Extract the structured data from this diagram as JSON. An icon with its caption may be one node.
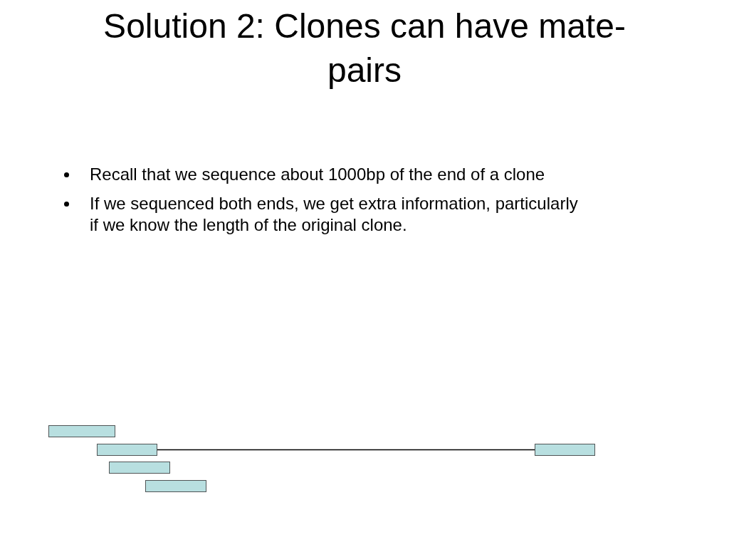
{
  "diagram": {
    "title": "Solution 2: Clones can have mate-pairs",
    "nodes": [
      {
        "text": [],
        "shape": "bar"
      },
      {
        "text": [],
        "shape": "bar"
      },
      {
        "text": [],
        "shape": "bar"
      },
      {
        "text": [],
        "shape": "bar"
      },
      {
        "text": [],
        "shape": "bar"
      }
    ],
    "edges": [
      {
        "from": 1,
        "to": 2,
        "arrow": "none"
      }
    ],
    "labels": [
      "Recall that we sequence about 1000bp of the end of a clone",
      "If we sequenced both ends, we get extra information, particularly if we know the length of the original clone."
    ]
  }
}
